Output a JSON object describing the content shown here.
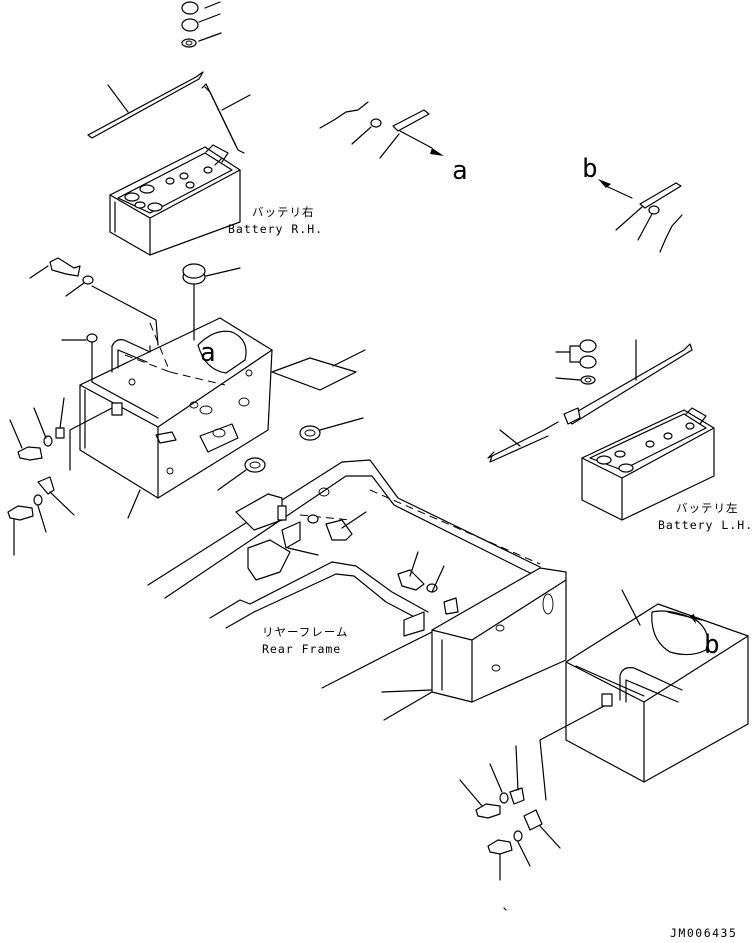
{
  "labels": {
    "battery_rh_jp": "バッテリ右",
    "battery_rh_en": "Battery R.H.",
    "battery_lh_jp": "バッテリ左",
    "battery_lh_en": "Battery L.H.",
    "rear_frame_jp": "リヤーフレーム",
    "rear_frame_en": "Rear Frame",
    "ref_a": "a",
    "ref_b": "b",
    "drawing_code": "JM006435"
  }
}
